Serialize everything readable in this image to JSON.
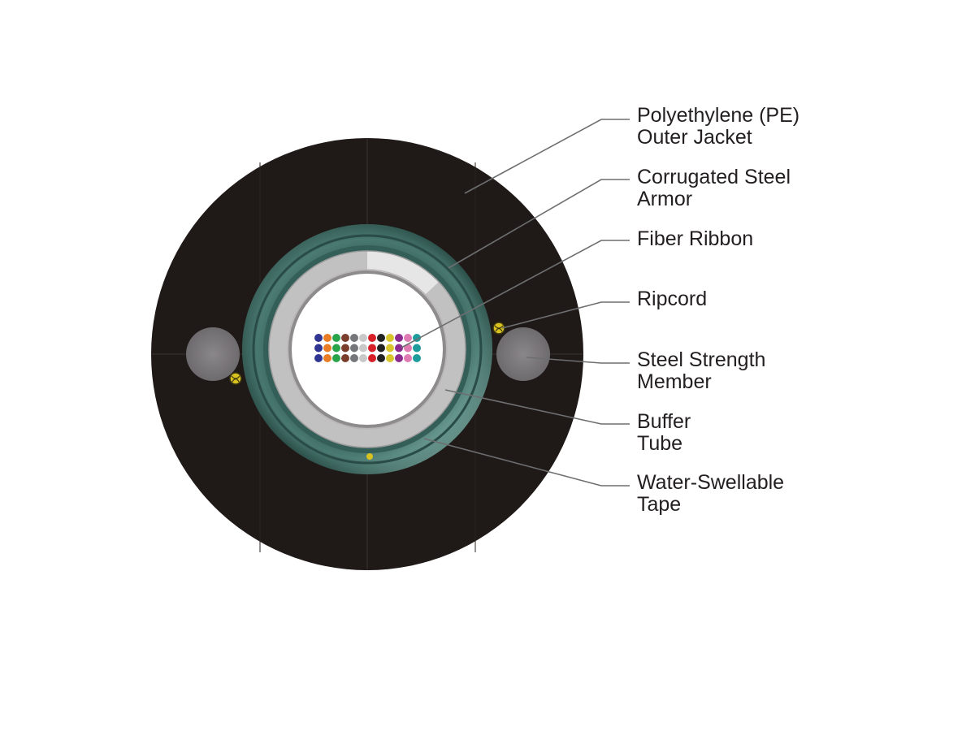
{
  "labels": {
    "outer_jacket": {
      "line1": "Polyethylene (PE)",
      "line2": "Outer Jacket"
    },
    "steel_armor": {
      "line1": "Corrugated Steel",
      "line2": "Armor"
    },
    "fiber_ribbon": {
      "line1": "Fiber Ribbon"
    },
    "ripcord": {
      "line1": "Ripcord"
    },
    "strength_member": {
      "line1": "Steel Strength",
      "line2": "Member"
    },
    "buffer_tube": {
      "line1": "Buffer",
      "line2": "Tube"
    },
    "water_tape": {
      "line1": "Water-Swellable",
      "line2": "Tape"
    }
  },
  "colors": {
    "jacket": "#1f1a17",
    "armor": "#3f6a63",
    "water_tape": "#bdbcbd",
    "buffer_inner": "#ffffff",
    "strength_member": "#7d7a7d",
    "ripcord": "#d8c21f",
    "leader": "#6d6e70"
  },
  "fiber_colors": [
    "#2f3591",
    "#e97d25",
    "#2aa44a",
    "#7b3d2c",
    "#75777a",
    "#c8c8c8",
    "#d61f26",
    "#222222",
    "#d8c62c",
    "#8e2b8f",
    "#e07ab2",
    "#1e9c9c"
  ]
}
